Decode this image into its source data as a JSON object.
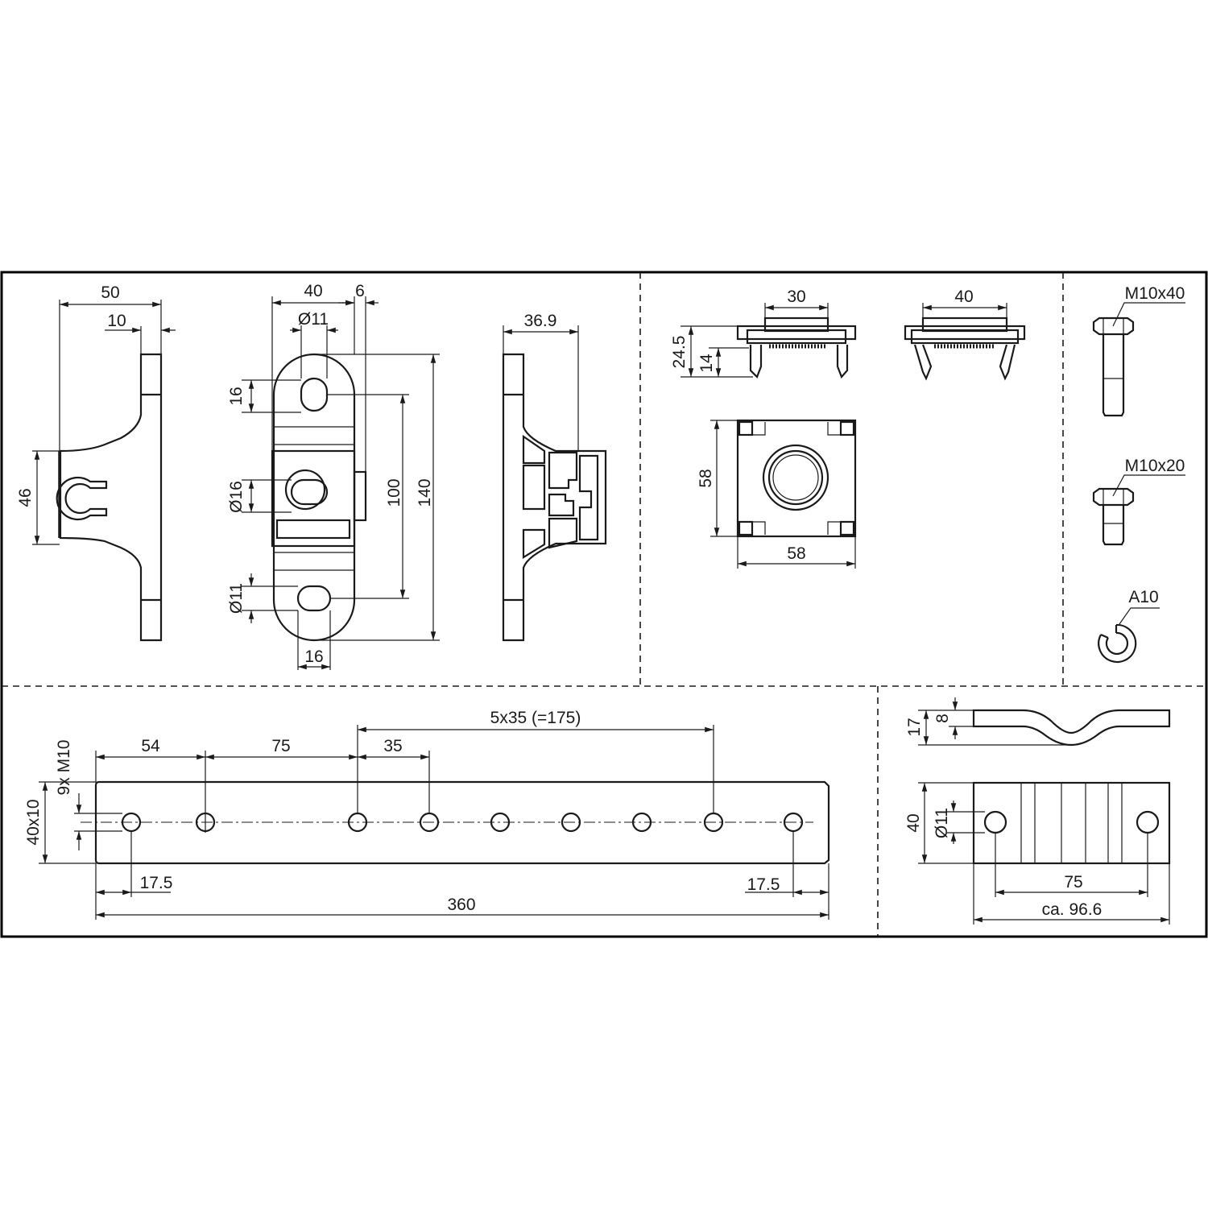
{
  "drawing": {
    "bracket_side": {
      "width": "50",
      "tab": "10",
      "height": "46"
    },
    "bracket_front": {
      "width": "40",
      "offset": "6",
      "hole_top": "Ø11",
      "slot_top": "16",
      "hole_mid": "Ø16",
      "hole_bottom": "Ø11",
      "slot_bottom": "16",
      "pitch": "100",
      "length": "140"
    },
    "bracket_profile": {
      "depth": "36.9"
    },
    "clamp": {
      "width_a": "30",
      "width_b": "40",
      "height": "24.5",
      "height_inner": "14",
      "plate_h": "58",
      "plate_w": "58"
    },
    "fasteners": {
      "bolt_long": "M10x40",
      "bolt_short": "M10x20",
      "washer": "A10"
    },
    "busbar": {
      "pitch_total": "5x35 (=175)",
      "gap_1": "54",
      "gap_2": "75",
      "gap_3": "35",
      "holes": "9x M10",
      "section": "40x10",
      "edge_left": "17.5",
      "edge_right": "17.5",
      "length": "360"
    },
    "bridge": {
      "height_total": "17",
      "thickness": "8",
      "width": "40",
      "hole": "Ø11",
      "pitch": "75",
      "length": "ca. 96.6"
    }
  }
}
